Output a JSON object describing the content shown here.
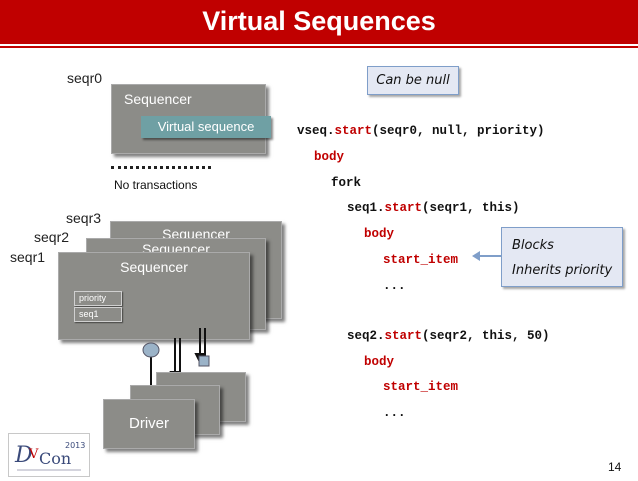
{
  "slide": {
    "title": "Virtual Sequences",
    "page_number": "14"
  },
  "diagram": {
    "seqr0_label": "seqr0",
    "sequencer_label": "Sequencer",
    "virtual_sequence_label": "Virtual sequence",
    "no_transactions_label": "No transactions",
    "seqr3_label": "seqr3",
    "seqr2_label": "seqr2",
    "seqr1_label": "seqr1",
    "stack_sequencer_back": "Sequencer",
    "stack_sequencer_mid": "Sequencer",
    "stack_sequencer_front": "Sequencer",
    "chip_priority": "priority",
    "chip_seq1": "seq1",
    "driver_label": "Driver"
  },
  "callouts": {
    "can_be_null": "Can be null",
    "blocks": "Blocks",
    "inherits_priority": "Inherits priority"
  },
  "code": {
    "l1_a": "vseq.",
    "l1_kw": "start",
    "l1_b": "(seqr0, null, priority)",
    "l2": "body",
    "l3": "fork",
    "l4_a": "seq1.",
    "l4_kw": "start",
    "l4_b": "(seqr1, this)",
    "l5": "body",
    "l6": "start_item",
    "l7": "...",
    "l8_a": "seq2.",
    "l8_kw": "start",
    "l8_b": "(seqr2, this, 50)",
    "l9": "body",
    "l10": "start_item",
    "l11": "..."
  },
  "logo": {
    "text": "DVCon 2013"
  },
  "colors": {
    "title_bar": "#c00000",
    "sequencer_box": "#8c8c88",
    "virtual_sequence_box": "#6fa0a4",
    "keyword": "#c00000",
    "callout_fill": "#e4e8f3"
  }
}
